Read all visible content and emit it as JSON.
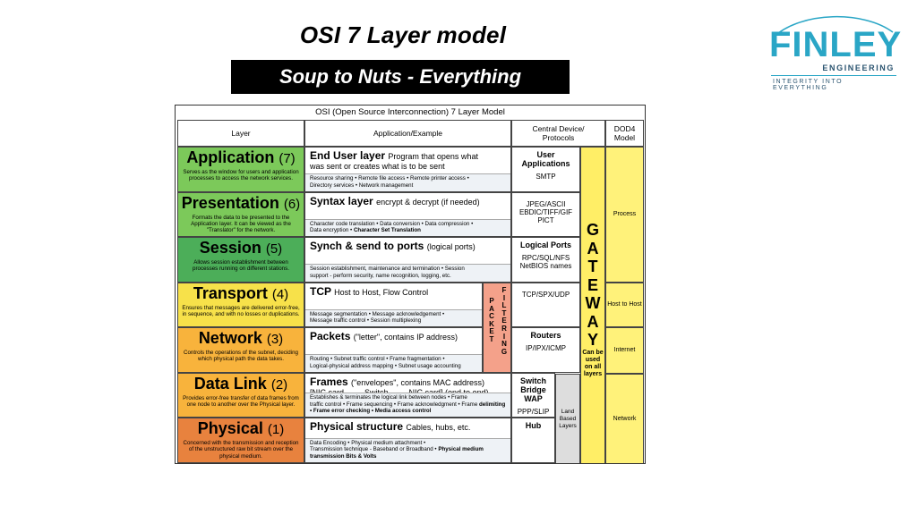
{
  "slide": {
    "title": "OSI 7 Layer model",
    "subtitle": "Soup to Nuts - Everything"
  },
  "logo": {
    "wordmark": "FINLEY",
    "sub": "ENGINEERING",
    "tagline": "INTEGRITY INTO EVERYTHING",
    "color": "#2aa6c6"
  },
  "table": {
    "title": "OSI (Open Source Interconnection) 7 Layer Model",
    "headers": {
      "layer": "Layer",
      "app": "Application/Example",
      "device_line1": "Central Device/",
      "device_line2": "Protocols",
      "dod_line1": "DOD4",
      "dod_line2": "Model"
    },
    "layers": [
      {
        "name": "Application",
        "num": "(7)",
        "color": "#7cc95a",
        "desc": "Serves as the window for users and application processes to access the network services.",
        "app_head": "End User layer",
        "app_extra": "Program that opens what",
        "app_head2": "was sent or creates what is to be sent",
        "detail1": "Resource sharing • Remote file access • Remote printer access •",
        "detail2": "Directory services • Network management",
        "detail3": ""
      },
      {
        "name": "Presentation",
        "num": "(6)",
        "color": "#7cc95a",
        "desc": "Formats the data to be presented to the Application layer. It can be viewed as the \"Translator\" for the network.",
        "app_head": "Syntax layer",
        "app_extra": "encrypt & decrypt (if needed)",
        "app_head2": "",
        "detail1": "Character code translation • Data conversion • Data compression •",
        "detail2": "Data encryption •",
        "detail3": "Character Set Translation"
      },
      {
        "name": "Session",
        "num": "(5)",
        "color": "#4cae59",
        "desc": "Allows session establishment between processes running on different stations.",
        "app_head": "Synch & send to ports",
        "app_extra": "(logical ports)",
        "app_head2": "",
        "detail1": "Session establishment, maintenance and termination • Session",
        "detail2": "support - perform security, name recognition, logging, etc.",
        "detail3": ""
      },
      {
        "name": "Transport",
        "num": "(4)",
        "color": "#f7e14a",
        "desc": "Ensures that messages are delivered error-free, in sequence, and with no losses or duplications.",
        "app_head": "TCP",
        "app_extra": "Host to Host, Flow Control",
        "app_head2": "",
        "detail1": "Message segmentation • Message acknowledgement •",
        "detail2": "Message traffic control • Session multiplexing",
        "detail3": ""
      },
      {
        "name": "Network",
        "num": "(3)",
        "color": "#f8b33c",
        "desc": "Controls the operations of the subnet, deciding which physical path the data takes.",
        "app_head": "Packets",
        "app_extra": "(\"letter\", contains IP address)",
        "app_head2": "",
        "detail1": "Routing • Subnet traffic control • Frame fragmentation •",
        "detail2": "Logical-physical address mapping • Subnet usage accounting",
        "detail3": ""
      },
      {
        "name": "Data Link",
        "num": "(2)",
        "color": "#f8b33c",
        "desc": "Provides error-free transfer of data frames from one node to another over the Physical layer.",
        "app_head": "Frames",
        "app_extra": "(\"envelopes\", contains MAC address)",
        "app_head2": "[NIC card —— Switch —— NIC card]          (end to end)",
        "detail1": "Establishes & terminates the logical link between nodes • Frame",
        "detail2": "traffic control • Frame sequencing • Frame acknowledgment • Frame",
        "detail3": "delimiting • Frame error checking • Media access control"
      },
      {
        "name": "Physical",
        "num": "(1)",
        "color": "#e8823e",
        "desc": "Concerned with the transmission and reception of the unstructured raw bit stream over the physical medium.",
        "app_head": "Physical structure",
        "app_extra": "Cables, hubs, etc.",
        "app_head2": "",
        "detail1": "Data Encoding • Physical medium attachment •",
        "detail2": "Transmission technique - Baseband or Broadband •",
        "detail3": "Physical medium transmission Bits & Volts"
      }
    ],
    "devices": [
      {
        "top": "User Applications",
        "bottom": "SMTP"
      },
      {
        "top": "",
        "bottom": "JPEG/ASCII EBDIC/TIFF/GIF PICT"
      },
      {
        "top": "Logical Ports",
        "bottom": "RPC/SQL/NFS NetBIOS names"
      },
      {
        "top": "",
        "bottom": "TCP/SPX/UDP"
      },
      {
        "top": "Routers",
        "bottom": "IP/IPX/ICMP"
      },
      {
        "top": "Switch Bridge WAP",
        "bottom": "PPP/SLIP"
      },
      {
        "top": "Hub",
        "bottom": ""
      }
    ],
    "gateway": {
      "letters": "GATEWAY",
      "note": "Can be used on all layers"
    },
    "packet": {
      "col1": "PACKET",
      "col2": "FILTERING"
    },
    "land": "Land Based Layers",
    "dod": [
      "Process",
      "Host to Host",
      "Internet",
      "Network"
    ]
  }
}
